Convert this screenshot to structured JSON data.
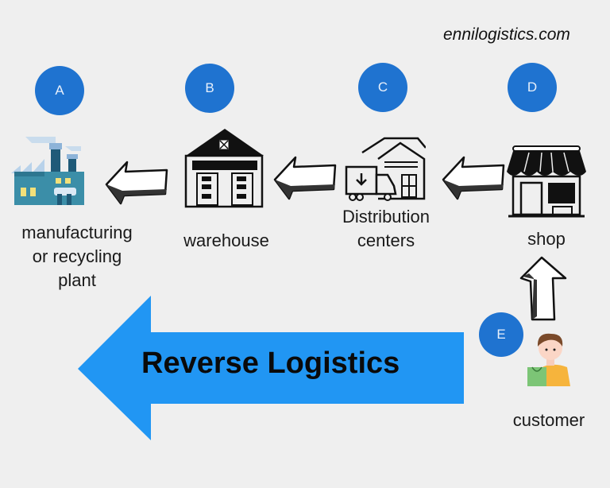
{
  "brand": "ennilogistics.com",
  "title": "Reverse Logistics",
  "colors": {
    "background": "#efefef",
    "badge": "#1f73d0",
    "main_arrow": "#2196f3",
    "text": "#1a1a1a"
  },
  "flow_direction": "right-to-left",
  "stages": [
    {
      "id": "A",
      "label": "manufacturing or recycling plant",
      "lines": [
        "manufacturing",
        "or recycling",
        "plant"
      ],
      "icon": "factory-icon"
    },
    {
      "id": "B",
      "label": "warehouse",
      "lines": [
        "warehouse"
      ],
      "icon": "warehouse-icon"
    },
    {
      "id": "C",
      "label": "Distribution centers",
      "lines": [
        "Distribution",
        "centers"
      ],
      "icon": "distribution-center-icon"
    },
    {
      "id": "D",
      "label": "shop",
      "lines": [
        "shop"
      ],
      "icon": "shop-icon"
    },
    {
      "id": "E",
      "label": "customer",
      "lines": [
        "customer"
      ],
      "icon": "customer-icon"
    }
  ],
  "connectors": [
    {
      "from": "B",
      "to": "A",
      "icon": "sketch-arrow-left-icon"
    },
    {
      "from": "C",
      "to": "B",
      "icon": "sketch-arrow-left-icon"
    },
    {
      "from": "D",
      "to": "C",
      "icon": "sketch-arrow-left-icon"
    },
    {
      "from": "E",
      "to": "D",
      "icon": "sketch-arrow-up-icon"
    }
  ]
}
